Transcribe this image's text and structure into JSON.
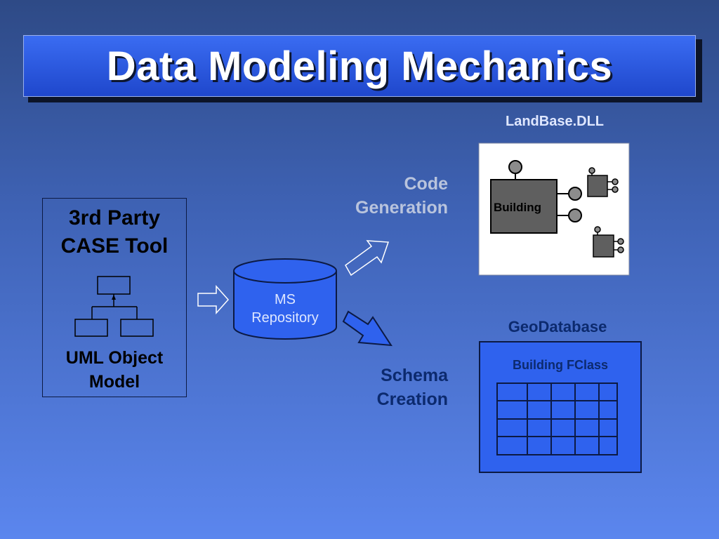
{
  "slide": {
    "title": "Data Modeling Mechanics"
  },
  "case_tool": {
    "title": "3rd Party\nCASE Tool",
    "model_label": "UML Object\nModel"
  },
  "repository": {
    "label": "MS\nRepository"
  },
  "flows": {
    "code_generation": "Code\nGeneration",
    "schema_creation": "Schema\nCreation"
  },
  "landbase": {
    "title": "LandBase.DLL",
    "class_label": "Building"
  },
  "geodatabase": {
    "title": "GeoDatabase",
    "fclass_label": "Building FClass"
  },
  "colors": {
    "background_top": "#2e4a86",
    "background_bottom": "#5b86ee",
    "title_bar": "#2a58dd",
    "repository_fill": "#2f62ee",
    "navy_text": "#0c2a6e",
    "gray_text": "#b9c4dd",
    "class_fill": "#5f5f5f"
  }
}
